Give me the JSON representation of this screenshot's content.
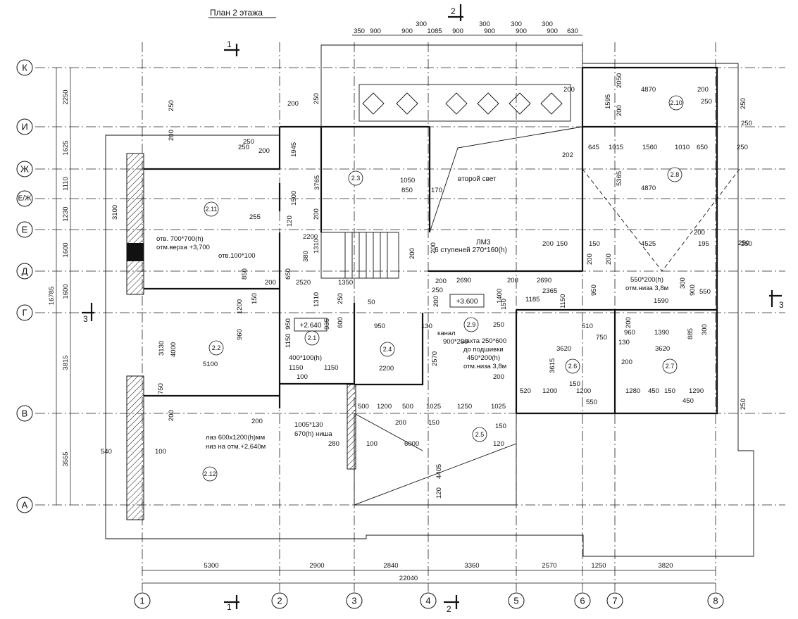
{
  "title": "План 2 этажа",
  "section_marks": [
    "1",
    "2",
    "3"
  ],
  "axes_vertical": [
    {
      "label": "1"
    },
    {
      "label": "2"
    },
    {
      "label": "3"
    },
    {
      "label": "4"
    },
    {
      "label": "5"
    },
    {
      "label": "6"
    },
    {
      "label": "7"
    },
    {
      "label": "8"
    }
  ],
  "axes_horizontal": [
    {
      "label": "К"
    },
    {
      "label": "И"
    },
    {
      "label": "Ж"
    },
    {
      "label": "Е/Ж"
    },
    {
      "label": "Е"
    },
    {
      "label": "Д"
    },
    {
      "label": "Г"
    },
    {
      "label": "В"
    },
    {
      "label": "А"
    }
  ],
  "bottom_dims": [
    "5300",
    "2900",
    "2840",
    "3360",
    "2570",
    "1250",
    "3820"
  ],
  "bottom_total": "22040",
  "left_dims": [
    "2250",
    "1625",
    "1110",
    "1230",
    "1600",
    "1600",
    "3815",
    "3555"
  ],
  "left_total": "16785",
  "top_dims": [
    "350",
    "900",
    "900",
    "1085",
    "900",
    "900",
    "900",
    "900",
    "630"
  ],
  "top_small": [
    "300",
    "300",
    "300",
    "300"
  ],
  "rooms": [
    "2.1",
    "2.2",
    "2.3",
    "2.4",
    "2.5",
    "2.6",
    "2.7",
    "2.8",
    "2.9",
    "2.10",
    "2.11",
    "2.12"
  ],
  "levels": [
    "+2.640",
    "+3.600"
  ],
  "labels": {
    "second_light": "второй свет",
    "stairs": "ЛМ3",
    "stairs_steps": "6 ступеней 270*160(h)",
    "opening_1": "отв. 700*700(h)",
    "opening_1b": "отм.верха +3,700",
    "opening_2": "отв.100*100",
    "hatch_1": "лаз 600x1200(h)мм",
    "hatch_2": "низ на отм.+2,640м",
    "niche_1": "1005*130",
    "niche_2": "670(h) ниша",
    "hole_400": "400*100(h)",
    "channel_1": "канал",
    "channel_2": "900*250",
    "shaft_1": "шахта 250*600",
    "shaft_2": "до подшивки",
    "shaft_3": "450*200(h)",
    "shaft_4": "отм.низа 3,8м",
    "win_1": "550*200(h)",
    "win_2": "отм.низа 3,8м"
  },
  "dims": {
    "d1": "200",
    "d2": "250",
    "d3": "200",
    "d4": "250",
    "d5": "200",
    "d6": "1945",
    "d7": "3765",
    "d8": "250",
    "d9": "1500",
    "d10": "3100",
    "d11": "255",
    "d12": "120",
    "d13": "2200",
    "d14": "200",
    "d15": "1310",
    "d16": "380",
    "d17": "1050",
    "d18": "850",
    "d19": "170",
    "d20": "200",
    "d21": "850",
    "d22": "650",
    "d23": "2520",
    "d24": "1350",
    "d25": "1200",
    "d26": "150",
    "d27": "1310",
    "d28": "250",
    "d29": "935",
    "d30": "600",
    "d31": "50",
    "d32": "250",
    "d33": "200",
    "d34": "200",
    "d35": "2690",
    "d36": "200",
    "d37": "2690",
    "d38": "1400",
    "d39": "950",
    "d40": "2365",
    "d41": "1185",
    "d42": "150",
    "d43": "1150",
    "d44": "950",
    "d45": "130",
    "d46": "950",
    "d47": "960",
    "d48": "1150",
    "d49": "3130",
    "d50": "4000",
    "d51": "5100",
    "d52": "1150",
    "d53": "1150",
    "d54": "100",
    "d55": "2200",
    "d56": "2570",
    "d57": "200",
    "d58": "200",
    "d59": "750",
    "d60": "200",
    "d61": "200",
    "d62": "500",
    "d63": "1200",
    "d64": "500",
    "d65": "1025",
    "d66": "1250",
    "d67": "1025",
    "d68": "200",
    "d69": "150",
    "d70": "150",
    "d71": "280",
    "d72": "100",
    "d73": "6000",
    "d74": "120",
    "d75": "4405",
    "d76": "120",
    "d77": "540",
    "d78": "100",
    "d79": "250",
    "d80": "3620",
    "d81": "3615",
    "d82": "520",
    "d83": "1200",
    "d84": "150",
    "d85": "1200",
    "d86": "550",
    "d87": "510",
    "d88": "750",
    "d89": "200",
    "d90": "130",
    "d91": "960",
    "d92": "1390",
    "d93": "885",
    "d94": "300",
    "d95": "3620",
    "d96": "200",
    "d97": "1280",
    "d98": "450",
    "d99": "150",
    "d100": "1290",
    "d101": "450",
    "d102": "250",
    "d103": "1590",
    "d104": "300",
    "d105": "900",
    "d106": "550",
    "d107": "200",
    "d108": "4525",
    "d109": "195",
    "d110": "250",
    "d111": "150",
    "d112": "150",
    "d113": "200",
    "d114": "200",
    "d115": "4870",
    "d116": "200",
    "d117": "2050",
    "d118": "1595",
    "d119": "200",
    "d120": "4870",
    "d121": "250",
    "d122": "250",
    "d123": "645",
    "d124": "1015",
    "d125": "1560",
    "d126": "1010",
    "d127": "650",
    "d128": "250",
    "d129": "202",
    "d130": "5365",
    "d131": "200",
    "d132": "200",
    "d133": "250",
    "d134": "200",
    "d135": "250",
    "d136": "250"
  }
}
